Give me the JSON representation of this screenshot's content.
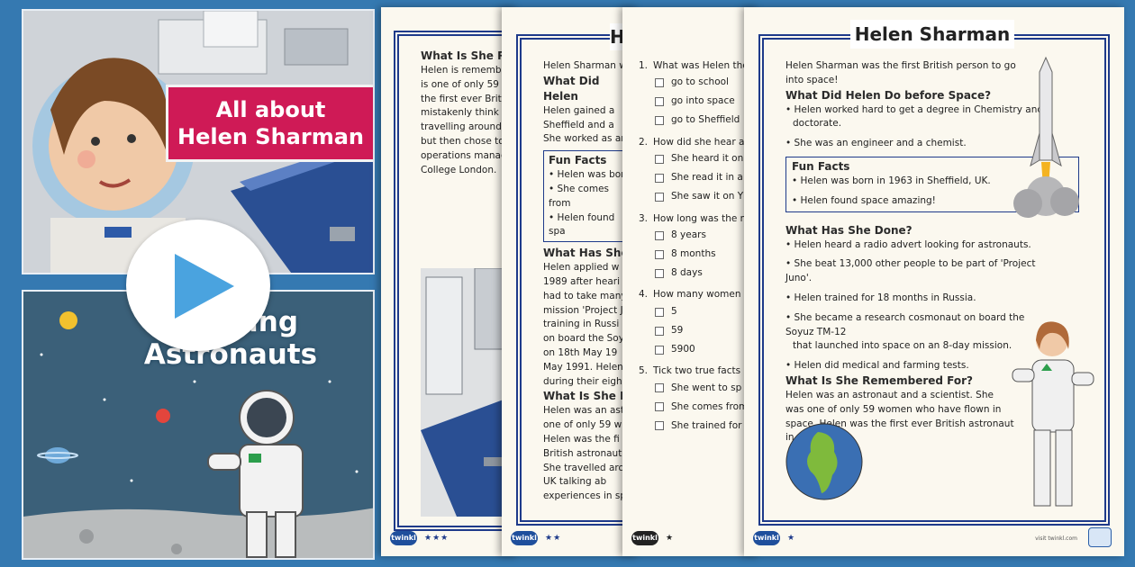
{
  "colors": {
    "background": "#3579b1",
    "title_banner": "#cf1a56",
    "frame": "#1e3a8a"
  },
  "slide_top": {
    "title_lines": [
      "All about",
      "Helen Sharman"
    ]
  },
  "slide_bottom": {
    "title_lines": [
      "Amazing",
      "Astronauts"
    ]
  },
  "play_icon": "play-icon",
  "sheet1": {
    "heading": "What Is She Re",
    "lines": [
      "Helen is remember",
      "is one of only 59",
      "the first ever Brit",
      "mistakenly think t",
      "travelling around",
      "but then chose to",
      "operations manag",
      "College London."
    ],
    "stars": "★★★",
    "logo": "twinkl"
  },
  "sheet2": {
    "title": "H",
    "intro": "Helen Sharman w",
    "heading1": "What Did Helen",
    "body1": [
      "Helen gained a",
      "Sheffield and a",
      "She worked as an"
    ],
    "fun_title": "Fun Facts",
    "fun": [
      "Helen was born",
      "She comes from",
      "Helen found spa"
    ],
    "heading2": "What Has She",
    "body2": [
      "Helen applied w",
      "1989 after heari",
      "had to take many",
      "mission 'Project J",
      "training in Russi",
      "on board the Soy",
      "on 18th May 19",
      "May 1991. Helen",
      "during their eight"
    ],
    "heading3": "What Is She Re",
    "body3": [
      "Helen was an astr",
      "one of only 59 w",
      "Helen was the fi",
      "British astronaut",
      "She travelled aro",
      "UK talking ab",
      "experiences in spa"
    ],
    "stars": "★★",
    "logo": "twinkl"
  },
  "sheet3": {
    "questions": [
      {
        "num": "1.",
        "text": "What was Helen the",
        "options": [
          "go to school",
          "go into space",
          "go to Sheffield"
        ]
      },
      {
        "num": "2.",
        "text": "How did she hear ab",
        "options": [
          "She heard it on",
          "She read it in a",
          "She saw it on Y"
        ]
      },
      {
        "num": "3.",
        "text": "How long was the m",
        "options": [
          "8 years",
          "8 months",
          "8 days"
        ]
      },
      {
        "num": "4.",
        "text": "How many women h",
        "options": [
          "5",
          "59",
          "5900"
        ]
      },
      {
        "num": "5.",
        "text": "Tick two true facts a",
        "options": [
          "She went to sp",
          "She comes from",
          "She trained for"
        ]
      }
    ],
    "stars": "★",
    "logo": "twinkl"
  },
  "sheet4": {
    "title": "Helen Sharman",
    "intro": [
      "Helen Sharman was the first British person to go",
      "into space!"
    ],
    "heading1": "What Did Helen Do before Space?",
    "bullets1": [
      "Helen worked hard to get a degree in Chemistry and a",
      "doctorate.",
      "She was an engineer and a chemist."
    ],
    "fun_title": "Fun Facts",
    "fun": [
      "Helen was born in 1963 in Sheffield, UK.",
      "Helen found space amazing!"
    ],
    "heading2": "What Has She Done?",
    "bullets2": [
      "Helen heard a radio advert looking for astronauts.",
      "She beat 13,000 other people to be part of 'Project Juno'.",
      "Helen trained for 18 months in Russia.",
      "She became a research cosmonaut on board the Soyuz TM-12",
      "that launched into space on an 8-day mission.",
      "Helen did medical and farming tests."
    ],
    "heading3": "What Is She Remembered For?",
    "body3": [
      "Helen was an astronaut and a scientist. She",
      "was one of only 59 women who have flown in",
      "space. Helen was the first ever British astronaut",
      "in space."
    ],
    "stars": "★",
    "logo": "twinkl",
    "url": "visit twinkl.com"
  }
}
